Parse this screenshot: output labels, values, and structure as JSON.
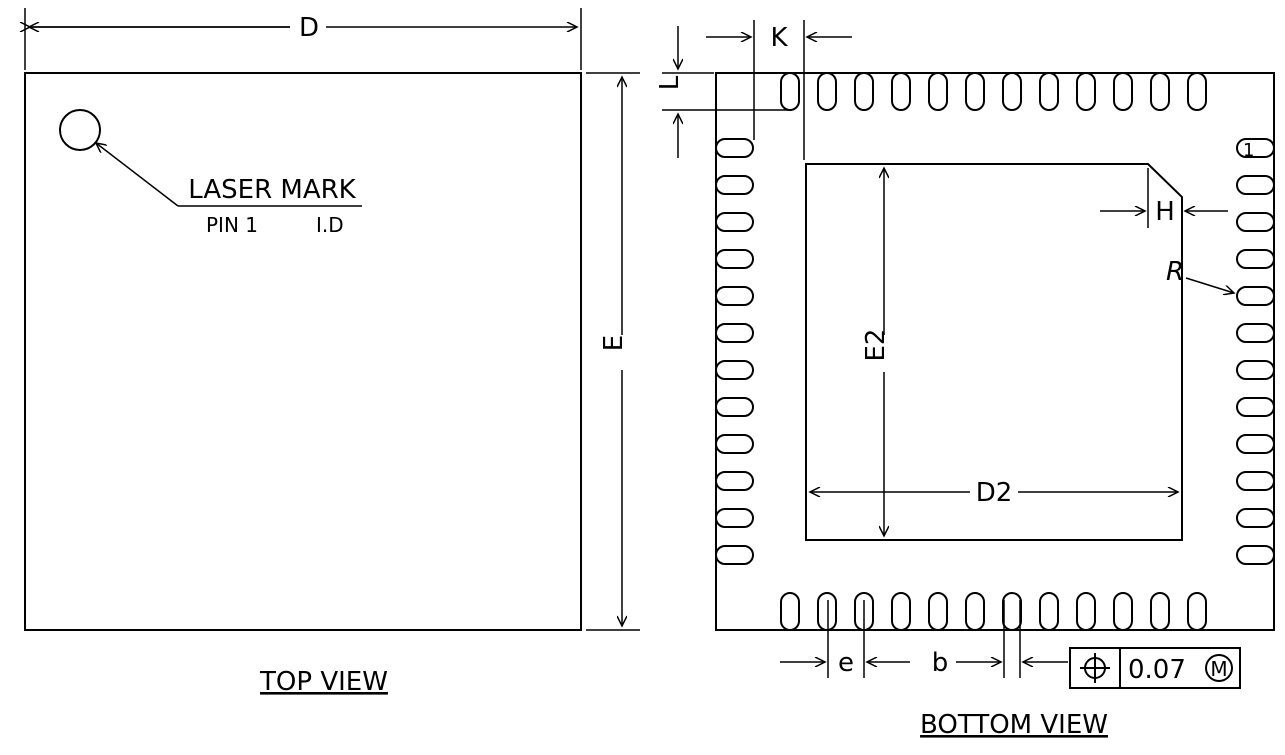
{
  "top_view": {
    "title": "TOP VIEW",
    "dim_width": "D",
    "dim_height": "E",
    "laser_mark": "LASER MARK",
    "pin1_label": "PIN 1",
    "id_label": "I.D"
  },
  "bottom_view": {
    "title": "BOTTOM VIEW",
    "dim_k": "K",
    "dim_l": "L",
    "dim_h": "H",
    "dim_r": "R",
    "dim_e2": "E2",
    "dim_d2": "D2",
    "dim_e": "e",
    "dim_b": "b",
    "pin1_number": "1",
    "tolerance_value": "0.07",
    "tolerance_modifier": "M",
    "pins_per_side": 12
  }
}
